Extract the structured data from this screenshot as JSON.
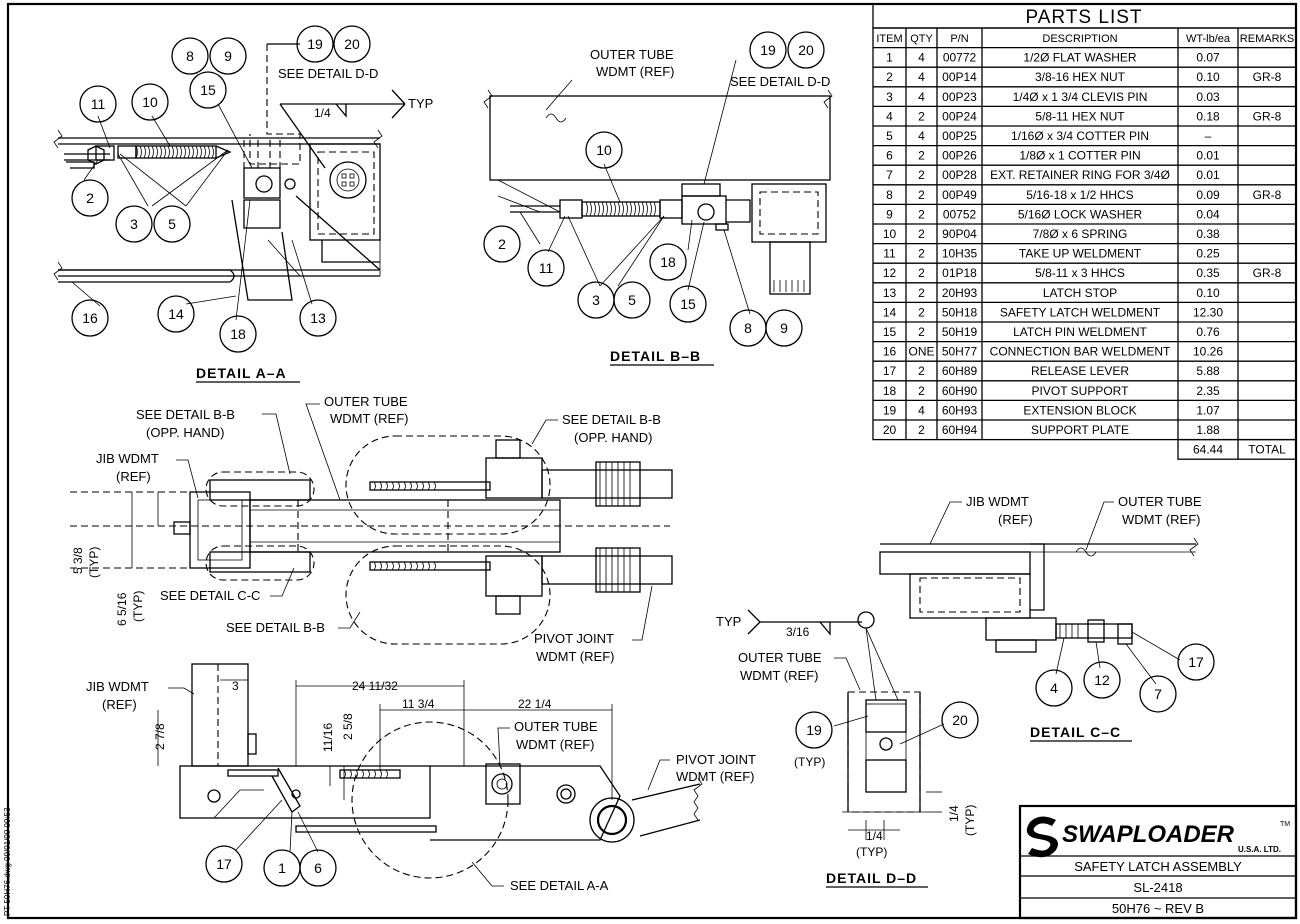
{
  "parts_list": {
    "title": "PARTS LIST",
    "headers": [
      "ITEM",
      "QTY",
      "P/N",
      "DESCRIPTION",
      "WT-lb/ea",
      "REMARKS"
    ],
    "rows": [
      [
        "1",
        "4",
        "00772",
        "1/2Ø FLAT WASHER",
        "0.07",
        ""
      ],
      [
        "2",
        "4",
        "00P14",
        "3/8-16 HEX NUT",
        "0.10",
        "GR-8"
      ],
      [
        "3",
        "4",
        "00P23",
        "1/4Ø x 1 3/4 CLEVIS PIN",
        "0.03",
        ""
      ],
      [
        "4",
        "2",
        "00P24",
        "5/8-11 HEX NUT",
        "0.18",
        "GR-8"
      ],
      [
        "5",
        "4",
        "00P25",
        "1/16Ø x 3/4 COTTER PIN",
        "–",
        ""
      ],
      [
        "6",
        "2",
        "00P26",
        "1/8Ø x 1 COTTER PIN",
        "0.01",
        ""
      ],
      [
        "7",
        "2",
        "00P28",
        "EXT. RETAINER RING FOR 3/4Ø",
        "0.01",
        ""
      ],
      [
        "8",
        "2",
        "00P49",
        "5/16-18 x 1/2 HHCS",
        "0.09",
        "GR-8"
      ],
      [
        "9",
        "2",
        "00752",
        "5/16Ø LOCK WASHER",
        "0.04",
        ""
      ],
      [
        "10",
        "2",
        "90P04",
        "7/8Ø x 6 SPRING",
        "0.38",
        ""
      ],
      [
        "11",
        "2",
        "10H35",
        "TAKE UP WELDMENT",
        "0.25",
        ""
      ],
      [
        "12",
        "2",
        "01P18",
        "5/8-11 x 3 HHCS",
        "0.35",
        "GR-8"
      ],
      [
        "13",
        "2",
        "20H93",
        "LATCH STOP",
        "0.10",
        ""
      ],
      [
        "14",
        "2",
        "50H18",
        "SAFETY LATCH WELDMENT",
        "12.30",
        ""
      ],
      [
        "15",
        "2",
        "50H19",
        "LATCH PIN WELDMENT",
        "0.76",
        ""
      ],
      [
        "16",
        "ONE",
        "50H77",
        "CONNECTION BAR WELDMENT",
        "10.26",
        ""
      ],
      [
        "17",
        "2",
        "60H89",
        "RELEASE LEVER",
        "5.88",
        ""
      ],
      [
        "18",
        "2",
        "60H90",
        "PIVOT SUPPORT",
        "2.35",
        ""
      ],
      [
        "19",
        "4",
        "60H93",
        "EXTENSION BLOCK",
        "1.07",
        ""
      ],
      [
        "20",
        "2",
        "60H94",
        "SUPPORT PLATE",
        "1.88",
        ""
      ]
    ],
    "total_weight": "64.44",
    "total_label": "TOTAL"
  },
  "title_block": {
    "brand": "SWAPLOADER",
    "brand_tm": "TM",
    "brand_sub": "U.S.A. LTD.",
    "drawing_title": "SAFETY LATCH ASSEMBLY",
    "drawing_number": "SL-2418",
    "revision": "50H76 ~ REV B"
  },
  "file_stamp": "PT-50H76.dwg 09/01/09 09:53",
  "details": {
    "aa": {
      "title": "DETAIL A–A",
      "see_dd": "SEE DETAIL D-D",
      "weld_size": "1/4",
      "weld_typ": "TYP"
    },
    "bb": {
      "title": "DETAIL B–B",
      "outer_tube": [
        "OUTER TUBE",
        "WDMT (REF)"
      ],
      "see_dd": "SEE DETAIL D-D"
    },
    "cc": {
      "title": "DETAIL C–C",
      "jib": [
        "JIB WDMT",
        "(REF)"
      ],
      "outer_tube": [
        "OUTER TUBE",
        "WDMT (REF)"
      ]
    },
    "dd": {
      "title": "DETAIL D–D",
      "outer_tube": [
        "OUTER TUBE",
        "WDMT (REF)"
      ],
      "weld_typ": "TYP",
      "weld_size": "3/16",
      "dim_quarter": "1/4",
      "dim_typ": "(TYP)",
      "bubble_typ": "(TYP)"
    }
  },
  "plan_view": {
    "see_bb_opp_left": [
      "SEE DETAIL B-B",
      "(OPP. HAND)"
    ],
    "outer_tube": [
      "OUTER TUBE",
      "WDMT (REF)"
    ],
    "see_bb_opp_right": [
      "SEE DETAIL B-B",
      "(OPP. HAND)"
    ],
    "jib": [
      "JIB WDMT",
      "(REF)"
    ],
    "see_cc": "SEE DETAIL C-C",
    "see_bb": "SEE DETAIL B-B",
    "pivot_joint": [
      "PIVOT JOINT",
      "WDMT (REF)"
    ],
    "dim_53_8": "5 3/8",
    "dim_65_16": "6 5/16",
    "dim_typ": "(TYP)"
  },
  "side_view": {
    "jib": [
      "JIB WDMT",
      "(REF)"
    ],
    "dim_3": "3",
    "dim_24": "24 11/32",
    "dim_11_34": "11 3/4",
    "dim_22_14": "22 1/4",
    "dim_2_78": "2 7/8",
    "dim_11_16": "11/16",
    "dim_2_58": "2 5/8",
    "outer_tube": [
      "OUTER TUBE",
      "WDMT (REF)"
    ],
    "pivot_joint": [
      "PIVOT JOINT",
      "WDMT (REF)"
    ],
    "see_aa": "SEE DETAIL A-A"
  },
  "colors": {
    "ink": "#000000",
    "paper": "#ffffff"
  }
}
